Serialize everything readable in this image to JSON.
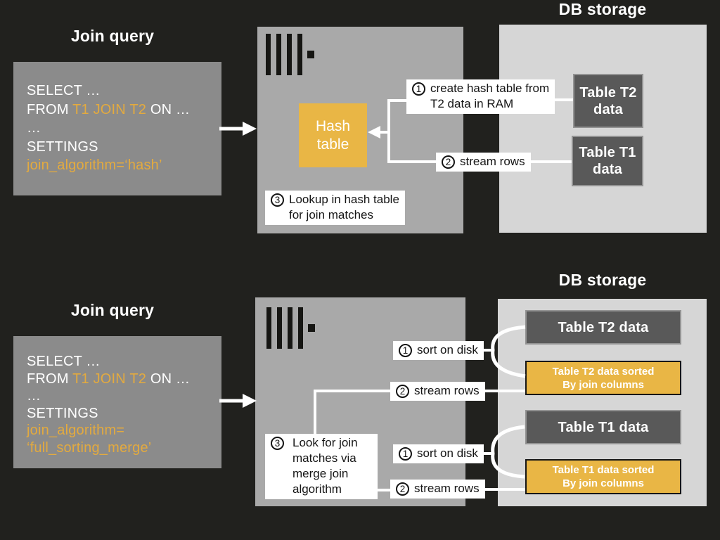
{
  "colors": {
    "background": "#21211e",
    "query_box_gray": "#8b8b8b",
    "server_box_gray": "#a9a9a9",
    "storage_box_gray": "#d6d6d6",
    "table_box_dark": "#595959",
    "accent_yellow": "#e9b645",
    "sql_highlight_orange": "#e3aa3f",
    "connector_white": "#ffffff"
  },
  "top_diagram": {
    "join_query_title": "Join query",
    "sql": {
      "select_line": "SELECT …",
      "from_prefix": "FROM ",
      "from_highlight": "T1 JOIN T2",
      "from_suffix": " ON …",
      "ellipsis_line": "…",
      "settings_line": "SETTINGS",
      "algorithm_line": "join_algorithm=‘hash’"
    },
    "hash_table_box": "Hash\ntable",
    "steps": {
      "step1": {
        "num": "1",
        "text": "create hash table from\nT2 data in RAM"
      },
      "step2": {
        "num": "2",
        "text": "stream rows"
      },
      "step3": {
        "num": "3",
        "text": "Lookup in hash table\nfor join matches"
      }
    },
    "db_storage_title": "DB storage",
    "table_t2": "Table T2\ndata",
    "table_t1": "Table T1\ndata"
  },
  "bottom_diagram": {
    "join_query_title": "Join query",
    "sql": {
      "select_line": "SELECT …",
      "from_prefix": "FROM ",
      "from_highlight": "T1 JOIN T2",
      "from_suffix": " ON …",
      "ellipsis_line": "…",
      "settings_line": "SETTINGS",
      "algorithm_line1": "join_algorithm=",
      "algorithm_line2": "‘full_sorting_merge’"
    },
    "steps": {
      "sort_t2": {
        "num": "1",
        "text": "sort on disk"
      },
      "stream_t2": {
        "num": "2",
        "text": "stream rows"
      },
      "step3": {
        "num": "3",
        "text": "Look for join\nmatches via\nmerge join\nalgorithm"
      },
      "sort_t1": {
        "num": "1",
        "text": "sort on disk"
      },
      "stream_t1": {
        "num": "2",
        "text": "stream rows"
      }
    },
    "db_storage_title": "DB storage",
    "table_t2": "Table T2 data",
    "table_t2_sorted": "Table T2 data sorted\nBy join columns",
    "table_t1": "Table T1 data",
    "table_t1_sorted": "Table T1 data sorted\nBy join columns"
  }
}
